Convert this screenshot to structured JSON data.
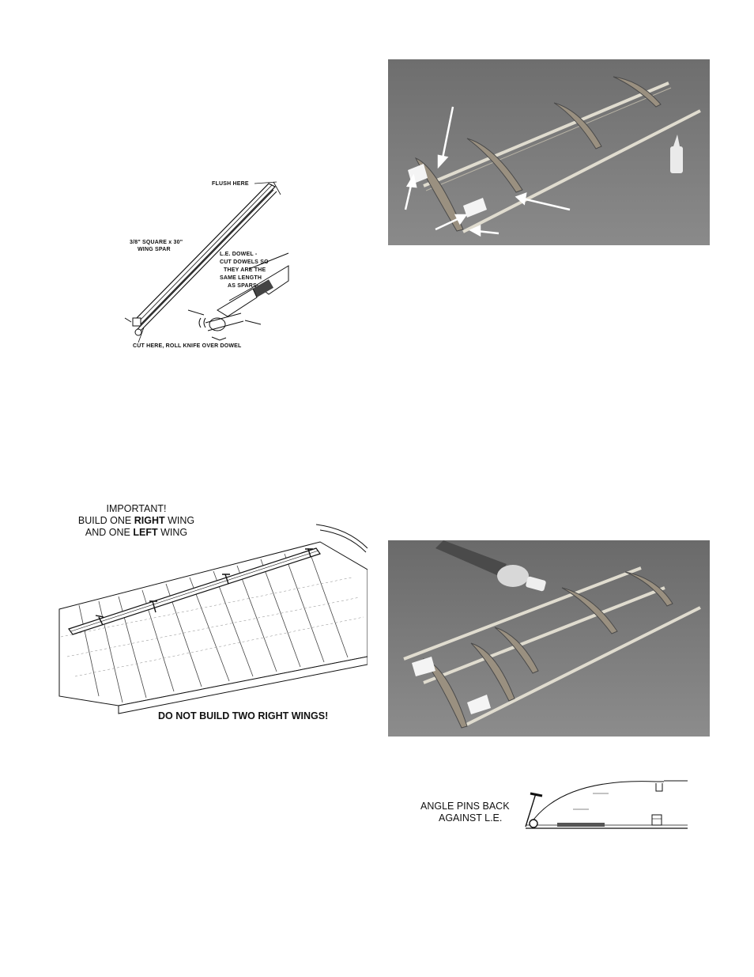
{
  "spar_diagram": {
    "flush_here": "FLUSH HERE",
    "spar_label_1": "3/8\" SQUARE x 30\"",
    "spar_label_2": "WING SPAR",
    "dowel_label_1": "L.E. DOWEL -",
    "dowel_label_2": "CUT DOWELS SO",
    "dowel_label_3": "THEY ARE THE",
    "dowel_label_4": "SAME LENGTH",
    "dowel_label_5": "AS SPARS",
    "cut_here": "CUT HERE, ROLL KNIFE OVER DOWEL"
  },
  "wing_diagram": {
    "important": "IMPORTANT!",
    "line2_prefix": "BUILD ONE ",
    "line2_bold": "RIGHT",
    "line2_suffix": " WING",
    "line3_prefix": "AND ONE ",
    "line3_bold": "LEFT",
    "line3_suffix": " WING",
    "warning": "DO NOT BUILD TWO RIGHT WINGS!"
  },
  "pin_diagram": {
    "label_1": "ANGLE PINS BACK",
    "label_2": "AGAINST L.E."
  },
  "colors": {
    "photo_bg": "#7a7a7a",
    "ink": "#111111",
    "balsa": "#d9d3c5"
  }
}
